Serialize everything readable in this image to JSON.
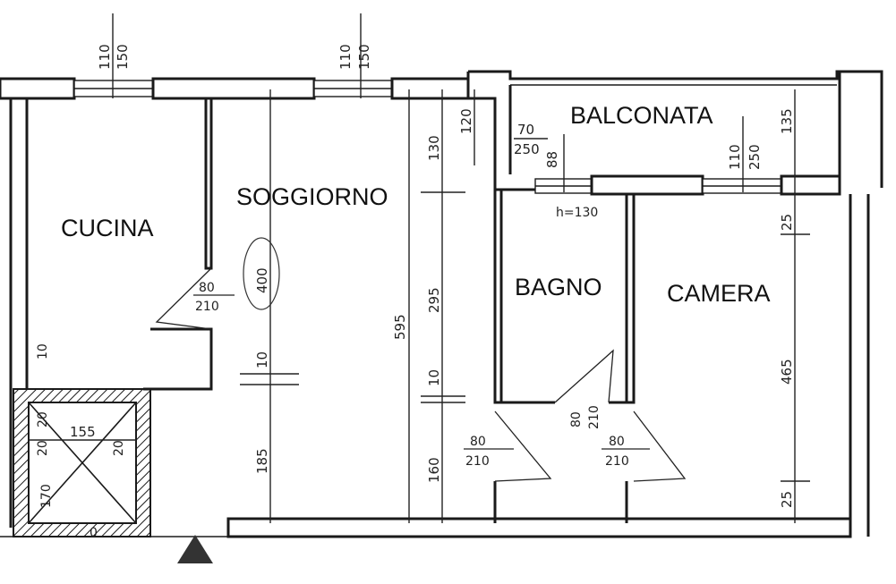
{
  "rooms": {
    "cucina": "CUCINA",
    "soggiorno": "SOGGIORNO",
    "balconata": "BALCONATA",
    "bagno": "BAGNO",
    "camera": "CAMERA"
  },
  "windows": {
    "w1_height": "110",
    "w1_width": "150",
    "w2_height": "110",
    "w2_width": "150",
    "w3_height": "70",
    "w3_width": "250",
    "w4_height": "110",
    "w4_width": "250"
  },
  "dimensions": {
    "soggiorno_400": "400",
    "soggiorno_10": "10",
    "soggiorno_185": "185",
    "corridor_595": "595",
    "corridor_130": "130",
    "corridor_120": "120",
    "corridor_295": "295",
    "corridor_10": "10",
    "corridor_160": "160",
    "bagno_88": "88",
    "camera_135": "135",
    "camera_25_top": "25",
    "camera_465": "465",
    "camera_25_bottom": "25",
    "bagno_height_note": "h=130"
  },
  "doors": {
    "cucina_w": "80",
    "cucina_h": "210",
    "corr_w": "80",
    "corr_h": "210",
    "bagno_w": "80",
    "bagno_h": "210",
    "camera_w": "80",
    "camera_h": "210"
  },
  "stairwell": {
    "width": "155",
    "top_10": "10",
    "left_20": "20",
    "left_20b": "20",
    "right_20": "20",
    "bottom_170": "170",
    "bottom_0": "0"
  }
}
